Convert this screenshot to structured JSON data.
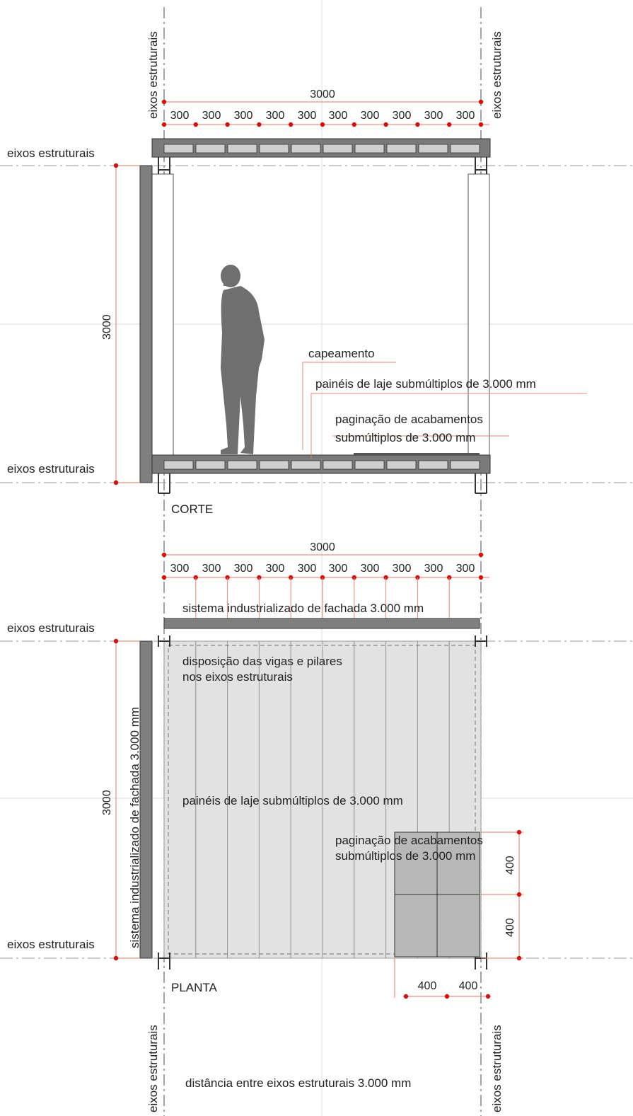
{
  "labels": {
    "axes_vertical": "eixos estruturais",
    "axes_horizontal": "eixos estruturais",
    "corte": "CORTE",
    "planta": "PLANTA",
    "capeamento": "capeamento",
    "paineis_laje": "painéis de laje submúltiplos de 3.000 mm",
    "paginacao_line1": "paginação de acabamentos",
    "paginacao_line2": "submúltiplos de 3.000 mm",
    "sistema_fachada": "sistema industrializado de fachada 3.000 mm",
    "disposicao_line1": "disposição das vigas e pilares",
    "disposicao_line2": "nos eixos estruturais",
    "distancia": "distância entre eixos estruturais 3.000 mm"
  },
  "dimensions": {
    "total": "3000",
    "module": "300",
    "tile": "400"
  },
  "colors": {
    "dimension_dot": "#d41010",
    "dimension_line": "#e07a5f",
    "slab": "#7a7a7a",
    "panel": "#e2e2e2",
    "tile": "#b8b8b8"
  }
}
